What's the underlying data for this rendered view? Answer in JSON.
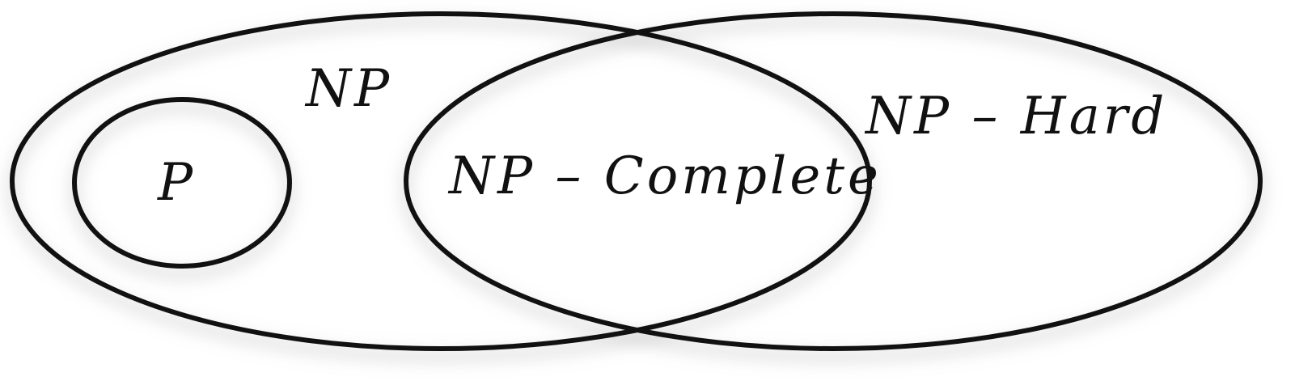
{
  "diagram": {
    "sets": [
      {
        "id": "np",
        "label": "NP"
      },
      {
        "id": "p",
        "label": "P"
      },
      {
        "id": "np-hard",
        "label": "NP – Hard"
      },
      {
        "id": "np-complete",
        "label": "NP – Complete"
      }
    ],
    "colors": {
      "background": "#ffffff",
      "outline": "#111111",
      "text": "#111111",
      "shadow": "#9a9a9a"
    }
  }
}
